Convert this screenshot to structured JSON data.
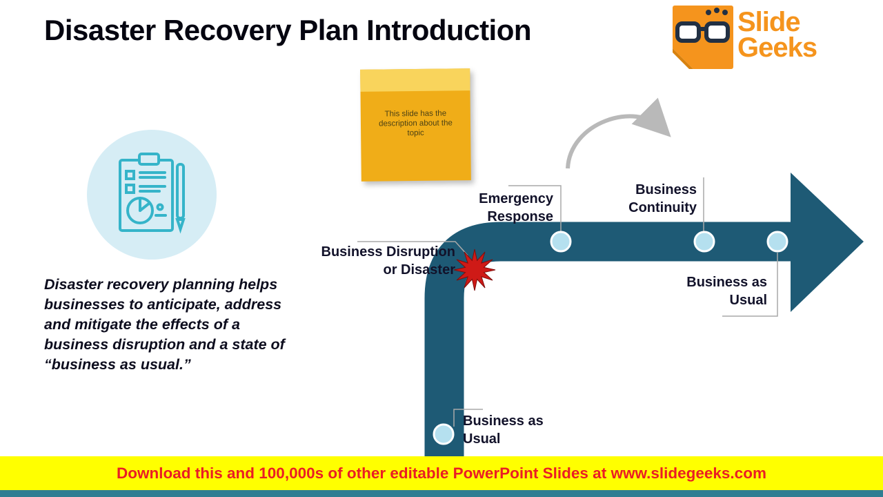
{
  "header": {
    "title": "Disaster Recovery Plan Introduction",
    "logo": {
      "line1": "Slide",
      "line2": "Geeks"
    }
  },
  "sticky_note": {
    "text": "This slide has the description about the topic"
  },
  "description": {
    "text": "Disaster recovery planning helps businesses to anticipate, address and mitigate the effects of a business disruption and a state of “business as usual.”"
  },
  "journey": {
    "stages": [
      {
        "id": "start",
        "line1": "Business as",
        "line2": "Usual"
      },
      {
        "id": "disruption",
        "line1": "Business Disruption",
        "line2": "or Disaster"
      },
      {
        "id": "emergency",
        "line1": "Emergency",
        "line2": "Response"
      },
      {
        "id": "continuity",
        "line1": "Business",
        "line2": "Continuity"
      },
      {
        "id": "end",
        "line1": "Business as",
        "line2": "Usual"
      }
    ]
  },
  "footer": {
    "text": "Download this and 100,000s of other editable PowerPoint Slides at www.slidegeeks.com"
  },
  "colors": {
    "road_teal": "#1e5a75",
    "marker_blue": "#b5e0ef",
    "starburst_red": "#cf1a17",
    "sticky_gold": "#f0ad18",
    "sticky_light": "#f9d45c",
    "banner_yellow": "#ffff00",
    "banner_red": "#ea1d25",
    "logo_orange": "#f5941d",
    "icon_teal": "#35b4c9",
    "icon_circle_bg": "#d6edf5"
  }
}
